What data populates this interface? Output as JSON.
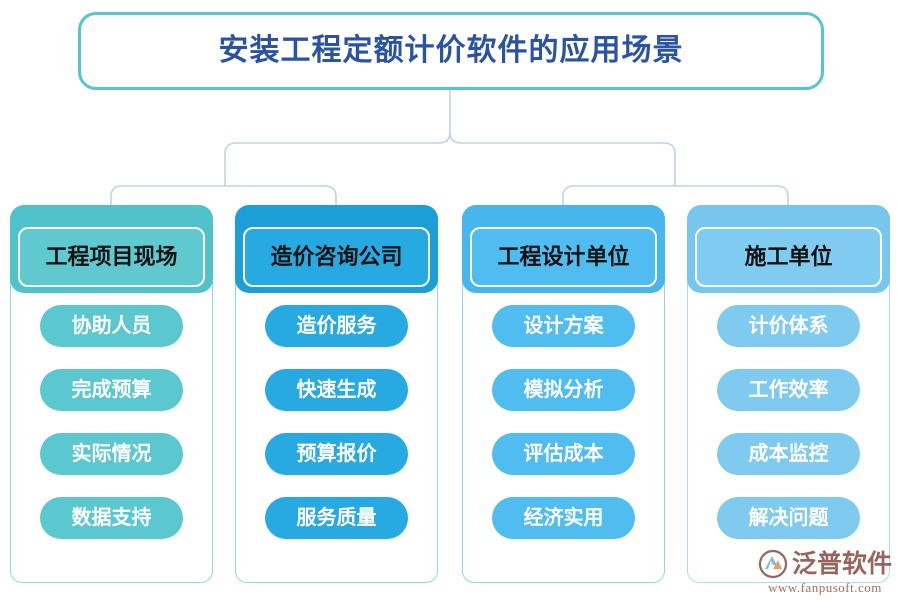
{
  "title": {
    "text": "安装工程定额计价软件的应用场景",
    "text_color": "#2A53A3",
    "border_color": "#55C6D0"
  },
  "connector": {
    "color": "#BFD4E8"
  },
  "columns": [
    {
      "header": "工程项目现场",
      "header_color": "#5FC9CF",
      "band_color": "#52C2CA",
      "border_color": "#8ADCDF",
      "pill_color": "#5BC8D0",
      "items": [
        "协助人员",
        "完成预算",
        "实际情况",
        "数据支持"
      ]
    },
    {
      "header": "造价咨询公司",
      "header_color": "#27A9E1",
      "band_color": "#1C9FD8",
      "border_color": "#8ED8EC",
      "pill_color": "#27A9E1",
      "items": [
        "造价服务",
        "快速生成",
        "预算报价",
        "服务质量"
      ]
    },
    {
      "header": "工程设计单位",
      "header_color": "#4FBDF0",
      "band_color": "#46B6EC",
      "border_color": "#8ED8EC",
      "pill_color": "#4FBDF0",
      "items": [
        "设计方案",
        "模拟分析",
        "评估成本",
        "经济实用"
      ]
    },
    {
      "header": "施工单位",
      "header_color": "#80CCF0",
      "band_color": "#76C6EE",
      "border_color": "#A8DDF3",
      "pill_color": "#7FCBEF",
      "items": [
        "计价体系",
        "工作效率",
        "成本监控",
        "解决问题"
      ]
    }
  ],
  "watermark": {
    "brand": "泛普软件",
    "url": "www.fanpusoft.com",
    "color": "#7A3B2E"
  }
}
